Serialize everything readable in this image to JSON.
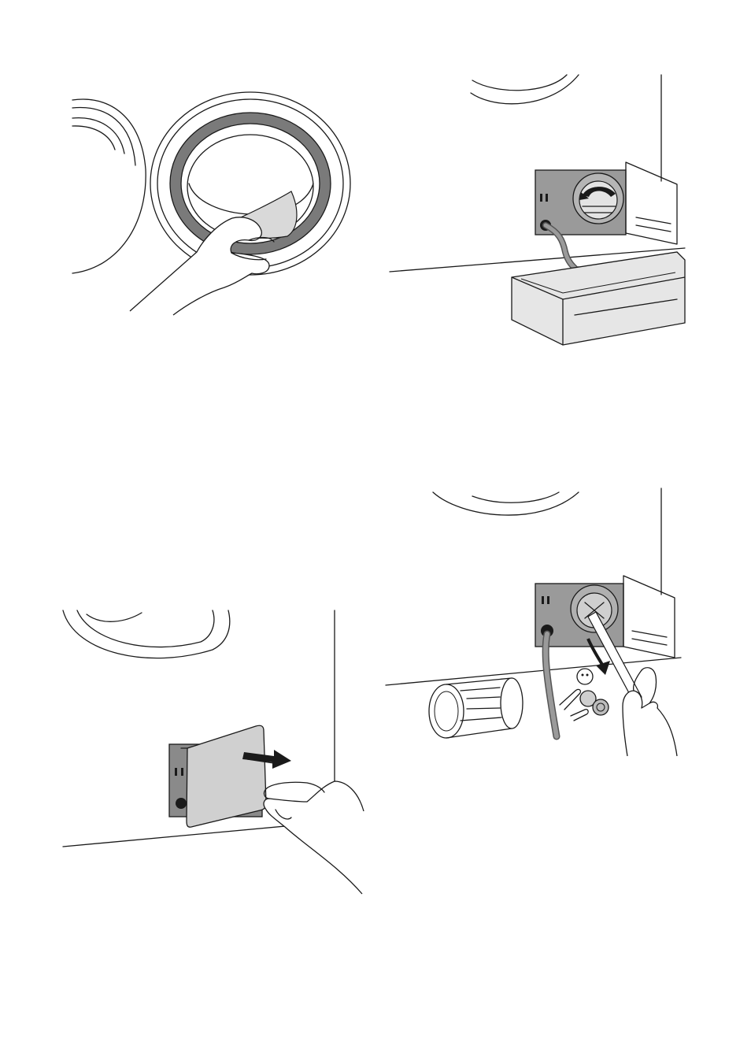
{
  "page": {
    "figures": [
      {
        "id": "fig1",
        "icon": "washer-door-seal-cleaning-illustration"
      },
      {
        "id": "fig2",
        "icon": "drain-hose-emptying-illustration"
      },
      {
        "id": "fig3",
        "icon": "filter-cover-opening-illustration"
      },
      {
        "id": "fig4",
        "icon": "drain-filter-removal-illustration"
      }
    ]
  }
}
